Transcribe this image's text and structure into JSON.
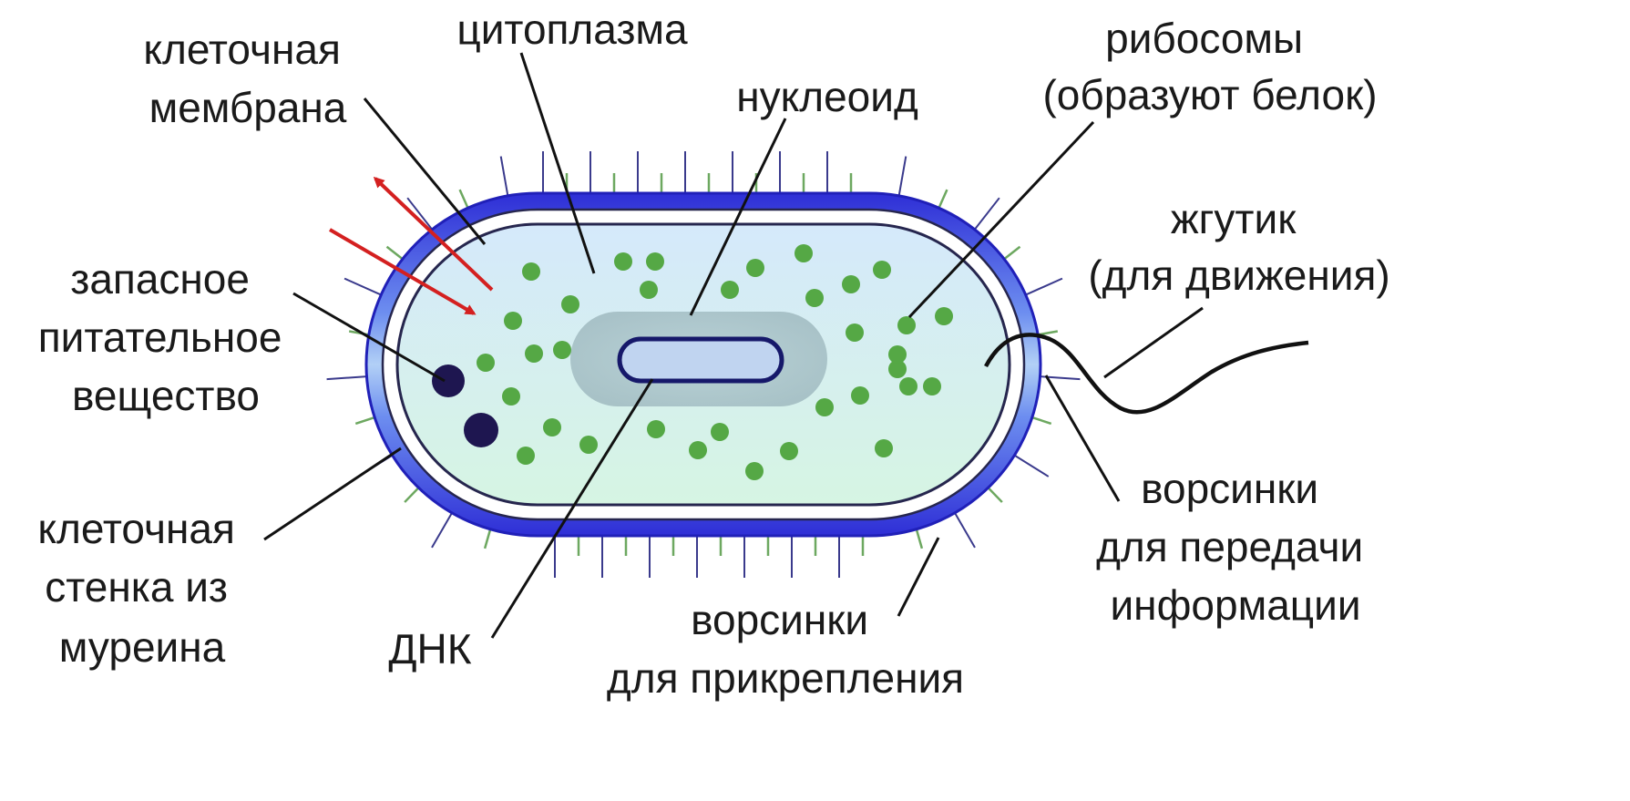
{
  "labels": {
    "cell_membrane": [
      "клеточная",
      "мембрана"
    ],
    "cytoplasm": "цитоплазма",
    "nucleoid": "нуклеоид",
    "ribosomes": [
      "рибосомы",
      "(образуют белок)"
    ],
    "flagellum": [
      "жгутик",
      "(для движения)"
    ],
    "storage": [
      "запасное",
      "питательное",
      "вещество"
    ],
    "cell_wall": [
      "клеточная",
      "стенка из",
      "муреина"
    ],
    "dna": "ДНК",
    "attachment_pili": [
      "ворсинки",
      "для прикрепления"
    ],
    "transfer_pili": [
      "ворсинки",
      "для передачи",
      "информации"
    ]
  },
  "colors": {
    "wall_outer": "#3434d8",
    "wall_highlight": "#a8c8f4",
    "cytoplasm_top": "#d8ecfa",
    "cytoplasm_bottom": "#d6f4e4",
    "ribosome": "#55a845",
    "storage_granule": "#1e1650",
    "nucleoid_halo": "#9fb8bd",
    "dna_fill": "#c0d4f0",
    "dna_stroke": "#16186a",
    "arrow": "#d42020",
    "pili_long": "#3a3a8c",
    "pili_short": "#6da860"
  }
}
